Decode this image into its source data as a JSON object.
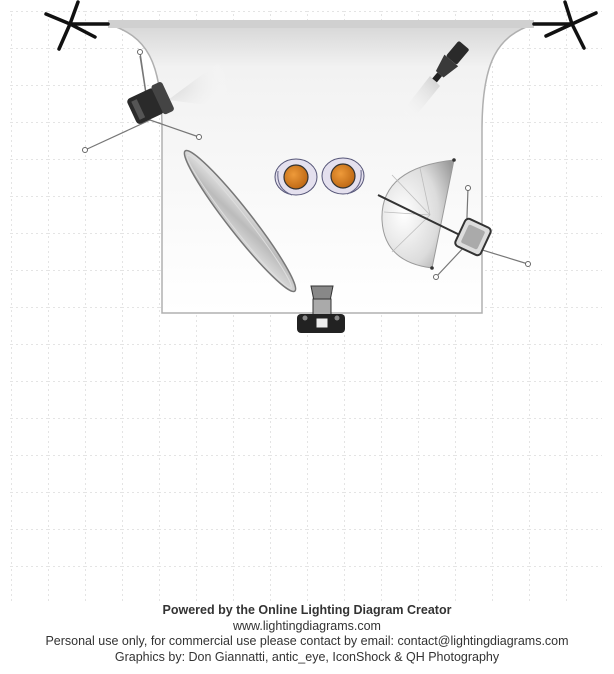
{
  "colors": {
    "grid": "#c8c8c8",
    "backdrop_edge": "#b0b0b0",
    "stand": "#111111",
    "light_body": "#2a2a2a",
    "gel": "#d2791a",
    "text": "#333333"
  },
  "diagram": {
    "items": [
      {
        "name": "backdrop-stand-left",
        "kind": "background stand"
      },
      {
        "name": "backdrop-stand-right",
        "kind": "background stand"
      },
      {
        "name": "paper-backdrop",
        "kind": "seamless backdrop"
      },
      {
        "name": "strobe-with-stand",
        "kind": "strobe",
        "icon": "strobe-icon"
      },
      {
        "name": "snoot-light",
        "kind": "snoot",
        "icon": "snoot-icon"
      },
      {
        "name": "reflector-panel",
        "kind": "reflector"
      },
      {
        "name": "subject-pair",
        "kind": "subject",
        "icon": "person-top-view-icon"
      },
      {
        "name": "umbrella-strobe",
        "kind": "shoot-through umbrella",
        "icon": "umbrella-icon"
      },
      {
        "name": "camera",
        "kind": "camera",
        "icon": "camera-icon"
      }
    ]
  },
  "footer": {
    "title": "Powered by the Online Lighting Diagram Creator",
    "site": "www.lightingdiagrams.com",
    "license": "Personal use only, for commercial use please contact by email: contact@lightingdiagrams.com",
    "credits": "Graphics by: Don Giannatti, antic_eye, IconShock & QH Photography"
  }
}
